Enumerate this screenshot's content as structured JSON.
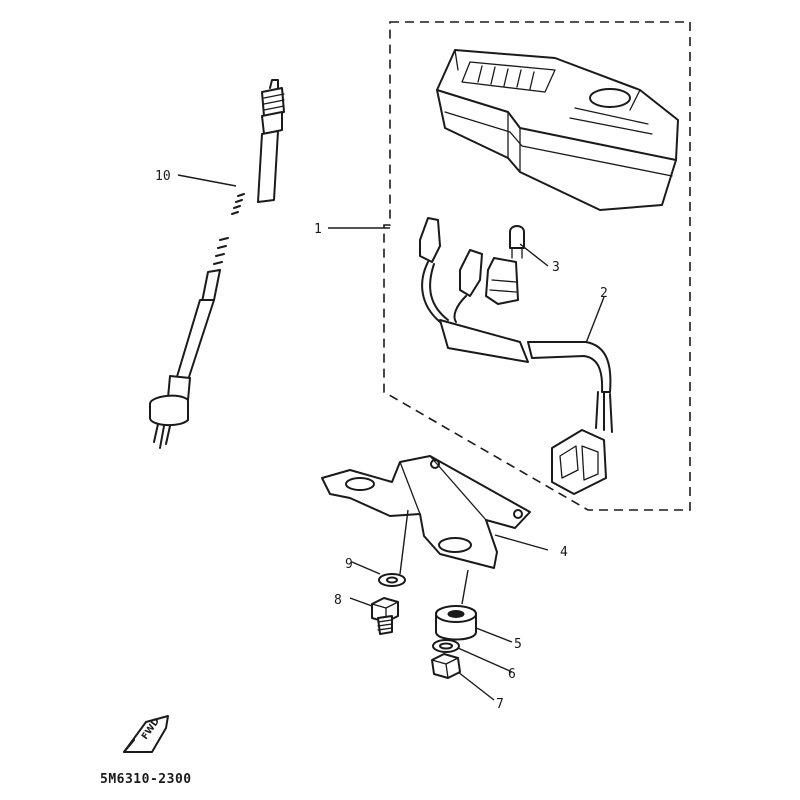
{
  "diagram": {
    "callouts": [
      "1",
      "2",
      "3",
      "4",
      "5",
      "6",
      "7",
      "8",
      "9",
      "10"
    ],
    "direction_badge": "FWD",
    "part_code": "5M6310-2300"
  }
}
